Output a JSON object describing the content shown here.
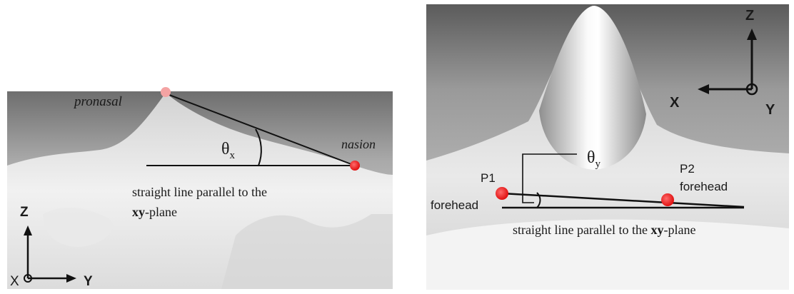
{
  "left_panel": {
    "landmark_top": "pronasal",
    "landmark_right": "nasion",
    "angle_symbol": "θ",
    "angle_subscript": "x",
    "caption_line1": "straight line parallel to the",
    "caption_line2_bold": "xy",
    "caption_line2_rest": "-plane",
    "axes": {
      "z": "Z",
      "x": "X",
      "y": "Y"
    }
  },
  "right_panel": {
    "angle_symbol": "θ",
    "angle_subscript": "y",
    "point1_label": "P1",
    "point1_sublabel": "forehead",
    "point2_label": "P2",
    "point2_sublabel": "forehead",
    "caption_prefix": "straight line parallel to the ",
    "caption_bold": "xy",
    "caption_suffix": "-plane",
    "axes": {
      "z": "Z",
      "x": "X",
      "y": "Y"
    }
  },
  "colors": {
    "landmark": "#ee1c1c",
    "line": "#111111"
  }
}
